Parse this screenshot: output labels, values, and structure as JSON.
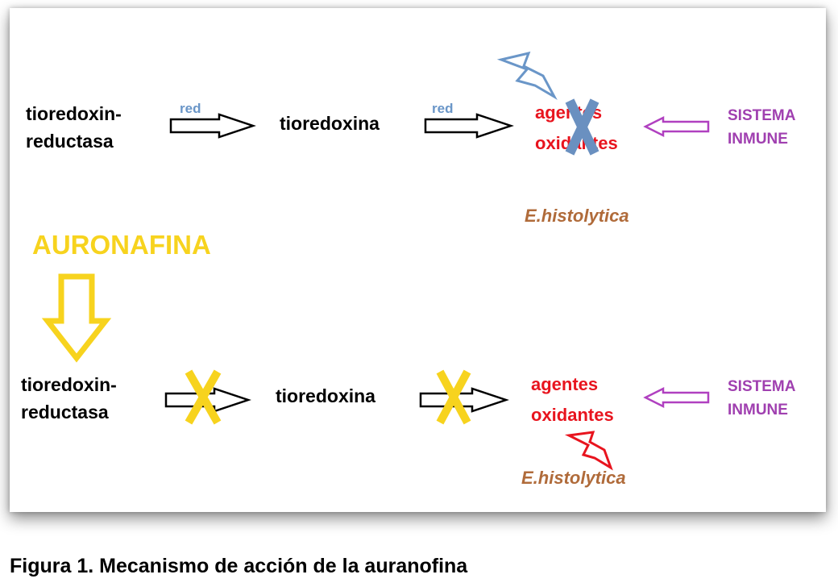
{
  "top_row": {
    "enzyme": "tioredoxin-\nreductasa",
    "red_label_1": "red",
    "protein": "tioredoxina",
    "red_label_2": "red",
    "oxidants": "agentes\noxidantes",
    "immune": "SISTEMA\nINMUNE",
    "organism": "E.histolytica"
  },
  "drug": "AURONAFINA",
  "bottom_row": {
    "enzyme": "tioredoxin-\nreductasa",
    "protein": "tioredoxina",
    "oxidants": "agentes\noxidantes",
    "immune": "SISTEMA\nINMUNE",
    "organism": "E.histolytica"
  },
  "caption": "Figura 1. Mecanismo de acción de la auranofina",
  "colors": {
    "oxidants": "#e8141e",
    "immune": "#a040b0",
    "red_label": "#6a96c8",
    "organism": "#b06b3a",
    "drug": "#f7d31e",
    "blue_cross": "#6a90c0"
  },
  "icons": [
    "outline-arrow-right-icon",
    "outline-arrow-left-icon",
    "lightning-bolt-icon",
    "cross-mark-icon",
    "down-arrow-icon"
  ]
}
